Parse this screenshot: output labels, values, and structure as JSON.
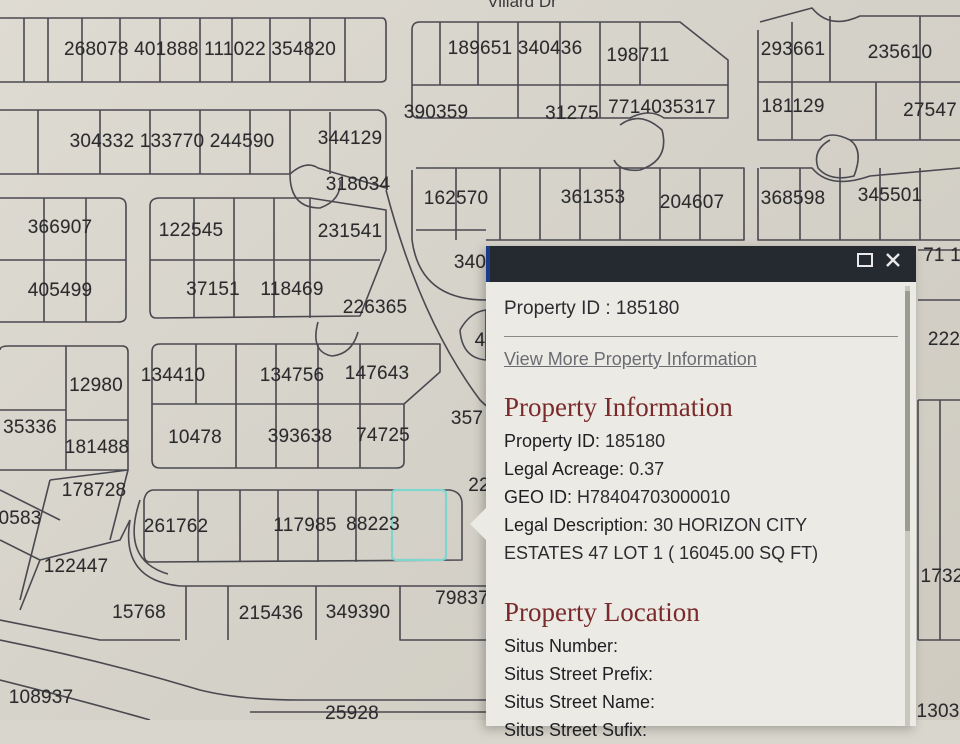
{
  "map": {
    "street_name": "Villard Dr",
    "parcel_labels": [
      "268078 401888 111022 354820",
      "189651 340436",
      "198711",
      "293661",
      "235610",
      "390359",
      "31275",
      "7714035317",
      "181129",
      "27547",
      "304332 133770 244590",
      "344129",
      "318034",
      "162570",
      "361353",
      "204607",
      "368598",
      "345501",
      "366907",
      "122545",
      "231541",
      "71 1",
      "405499",
      "37151",
      "118469",
      "226365",
      "340",
      "222",
      "4",
      "12980",
      "134410",
      "134756",
      "147643",
      "35336",
      "10478",
      "393638",
      "74725",
      "357",
      "181488",
      "178728",
      "22",
      "0583",
      "261762",
      "117985",
      "88223",
      "122447",
      "1732",
      "15768",
      "215436",
      "349390",
      "79837",
      "108937",
      "25928",
      "1303"
    ]
  },
  "popup": {
    "controls": {
      "maximize_icon": "maximize-icon",
      "close_icon": "close-icon"
    },
    "property_id_heading": "Property ID : 185180",
    "view_more_link": "View More Property Information",
    "info_section_title": "Property Information",
    "info_rows": [
      {
        "label": "Property ID:",
        "value": "185180"
      },
      {
        "label": "Legal Acreage:",
        "value": "0.37"
      },
      {
        "label": "GEO ID:",
        "value": "H78404703000010"
      },
      {
        "label": "Legal Description:",
        "value": "30 HORIZON CITY"
      }
    ],
    "legal_description_cont": "ESTATES 47 LOT 1 ( 16045.00 SQ FT)",
    "location_section_title": "Property Location",
    "location_rows": [
      {
        "label": "Situs Number:",
        "value": ""
      },
      {
        "label": "Situs Street Prefix:",
        "value": ""
      },
      {
        "label": "Situs Street Name:",
        "value": ""
      },
      {
        "label": "Situs Street Sufix:",
        "value": ""
      }
    ]
  },
  "colors": {
    "selected_parcel": "#7fd6cf",
    "popup_titlebar": "#252a30",
    "section_title": "#7a2a2a"
  }
}
